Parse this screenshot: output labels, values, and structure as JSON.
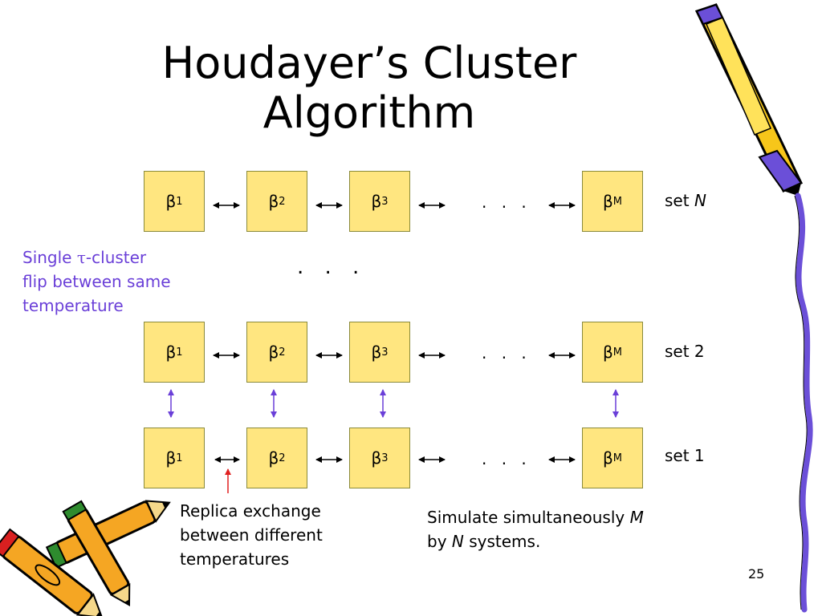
{
  "slide": {
    "title_line1": "Houdayer’s Cluster",
    "title_line2": "Algorithm",
    "page_number": "25"
  },
  "diagram": {
    "beta_symbol": "β",
    "subscripts": [
      "1",
      "2",
      "3",
      "M"
    ],
    "ellipsis": ". . .",
    "set_labels": {
      "setN_prefix": "set ",
      "setN_var": "N",
      "set2": "set 2",
      "set1": "set 1"
    },
    "left_note": {
      "line1_prefix": "Single ",
      "line1_tau": "τ",
      "line1_suffix": "-cluster",
      "line2": "flip between same",
      "line3": "temperature"
    },
    "bottom_note": {
      "line1": "Replica exchange",
      "line2": "between different",
      "line3": "temperatures"
    },
    "right_note": {
      "line1_prefix": "Simulate simultaneously ",
      "line1_var": "M",
      "line2_prefix": "by ",
      "line2_var": "N",
      "line2_suffix": " systems."
    }
  },
  "colors": {
    "box_fill": "#ffe680",
    "purple": "#6a3fd8",
    "red": "#e02020"
  },
  "icons": [
    "pencil-clipart-icon",
    "crayons-clipart-icon"
  ]
}
